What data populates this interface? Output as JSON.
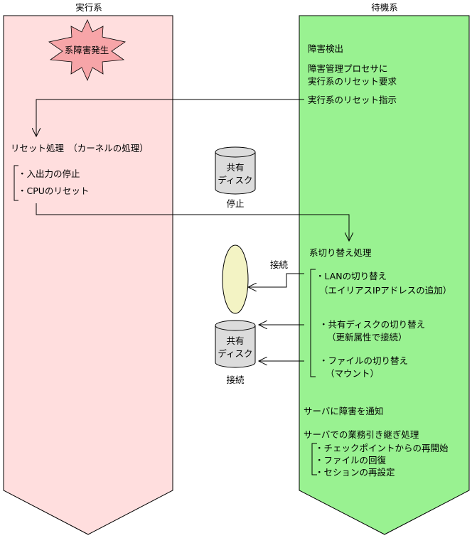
{
  "columns": {
    "active": {
      "label": "実行系",
      "fill": "#ffdede"
    },
    "standby": {
      "label": "待機系",
      "fill": "#99f291"
    }
  },
  "active": {
    "failure_burst": "系障害発生",
    "reset_title": "リセット処理　（カーネルの処理）",
    "reset_items": [
      "・入出力の停止",
      "・CPUのリセット"
    ]
  },
  "standby": {
    "detect": "障害検出",
    "request_line1": "障害管理プロセサに",
    "request_line2": "実行系のリセット要求",
    "reset_instruction": "実行系のリセット指示",
    "switch_title": "系切り替え処理",
    "lan_line1": "・LANの切り替え",
    "lan_line2": "（エイリアスIPアドレスの追加）",
    "disk_line1": "・共有ディスクの切り替え",
    "disk_line2": "（更新属性で接続）",
    "file_line1": "・ファイルの切り替え",
    "file_line2": "（マウント）",
    "notify": "サーバに障害を通知",
    "takeover_title": "サーバでの業務引き継ぎ処理",
    "takeover_items": [
      "・チェックポイントからの再開始",
      "・ファイルの回復",
      "・セションの再設定"
    ]
  },
  "middle": {
    "disk_top_line1": "共有",
    "disk_top_line2": "ディスク",
    "disk_top_status": "停止",
    "connect_label": "接続",
    "disk_bottom_line1": "共有",
    "disk_bottom_line2": "ディスク",
    "disk_bottom_status": "接続"
  },
  "colors": {
    "burst": "#f7a5a8",
    "lan_ellipse": "#f3f3c4",
    "disk": "#dcdcdc"
  }
}
